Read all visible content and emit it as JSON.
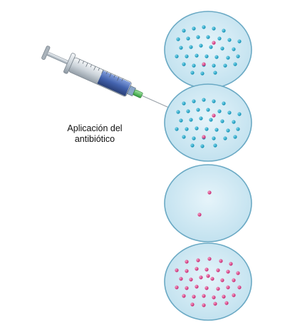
{
  "label": {
    "line1": "Aplicación del",
    "line2": "antibiótico"
  },
  "colors": {
    "dish_fill": "#cfe8f3",
    "dish_stroke": "#6aa9c4",
    "bacteria_normal": "#1ca9cc",
    "bacteria_resistant": "#e0448f"
  },
  "icons": [
    "syringe-icon",
    "petri-dish-icon"
  ],
  "dishes": [
    {
      "name": "dish-initial-population",
      "blue_count": 34,
      "pink_count": 2
    },
    {
      "name": "dish-antibiotic-applied",
      "blue_count": 34,
      "pink_count": 2
    },
    {
      "name": "dish-survivors",
      "blue_count": 0,
      "pink_count": 2
    },
    {
      "name": "dish-resistant-population",
      "blue_count": 0,
      "pink_count": 36
    }
  ]
}
